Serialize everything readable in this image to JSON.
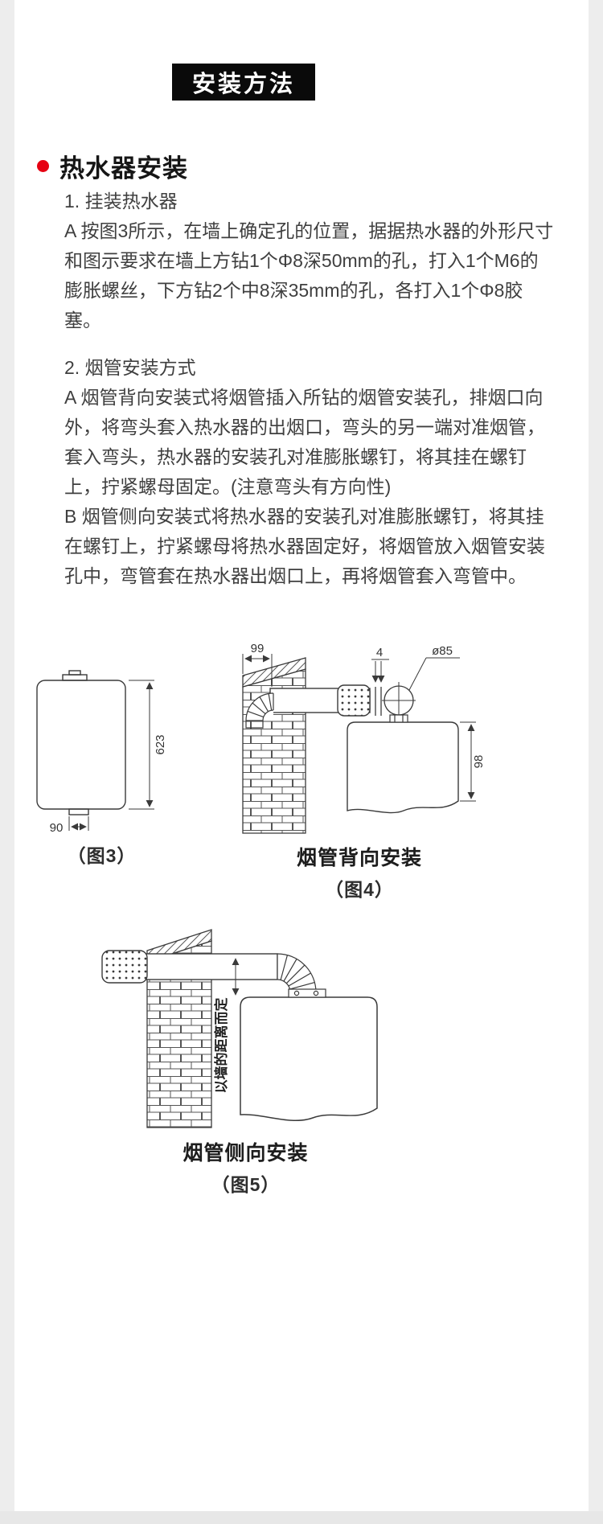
{
  "header": {
    "badge": "安装方法",
    "title": "热水器安装"
  },
  "steps": {
    "step1_heading": "1. 挂装热水器",
    "step1_body": "A 按图3所示，在墙上确定孔的位置，据据热水器的外形尺寸和图示要求在墙上方钻1个Φ8深50mm的孔，打入1个M6的膨胀螺丝，下方钻2个中8深35mm的孔，各打入1个Φ8胶塞。",
    "step2_heading": "2. 烟管安装方式",
    "step2_para_a": "A 烟管背向安装式将烟管插入所钻的烟管安装孔，排烟口向外，将弯头套入热水器的出烟口，弯头的另一端对准烟管，套入弯头，热水器的安装孔对准膨胀螺钉，将其挂在螺钉上，拧紧螺母固定。(注意弯头有方向性)",
    "step2_para_b": "B 烟管侧向安装式将热水器的安装孔对准膨胀螺钉，将其挂在螺钉上，拧紧螺母将热水器固定好，将烟管放入烟管安装孔中，弯管套在热水器出烟口上，再将烟管套入弯管中。"
  },
  "figures": {
    "fig3": {
      "height_mm": "623",
      "width_mm": "90",
      "caption": "（图3）"
    },
    "fig4": {
      "top_mm": "99",
      "gap_mm": "4",
      "hole_dia": "ø85",
      "side_mm": "98",
      "title": "烟管背向安装",
      "caption": "（图4）"
    },
    "fig5": {
      "note": "以墙的距离而定",
      "title": "烟管侧向安装",
      "caption": "（图5）"
    }
  },
  "colors": {
    "accent_red": "#e60012",
    "badge_bg": "#0a0a0a",
    "line": "#3a3a3a"
  }
}
